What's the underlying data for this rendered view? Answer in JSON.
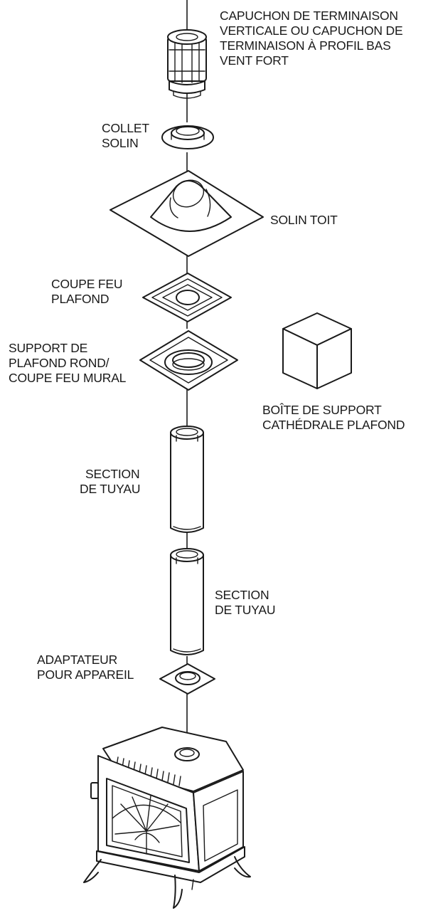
{
  "labels": {
    "terminal_cap": [
      "CAPUCHON DE TERMINAISON",
      "VERTICALE OU CAPUCHON DE",
      "TERMINAISON À PROFIL BAS",
      "VENT FORT"
    ],
    "storm_collar": [
      "COLLET",
      "SOLIN"
    ],
    "roof_flashing": [
      "SOLIN TOIT"
    ],
    "ceiling_firestop": [
      "COUPE FEU",
      "PLAFOND"
    ],
    "round_ceiling_support": [
      "SUPPORT DE",
      "PLAFOND ROND/",
      "COUPE FEU MURAL"
    ],
    "cathedral_support_box": [
      "BOÎTE DE SUPPORT",
      "CATHÉDRALE PLAFOND"
    ],
    "pipe_section_upper": [
      "SECTION",
      "DE TUYAU"
    ],
    "pipe_section_lower": [
      "SECTION",
      "DE TUYAU"
    ],
    "appliance_adapter": [
      "ADAPTATEUR",
      "POUR APPAREIL"
    ]
  }
}
